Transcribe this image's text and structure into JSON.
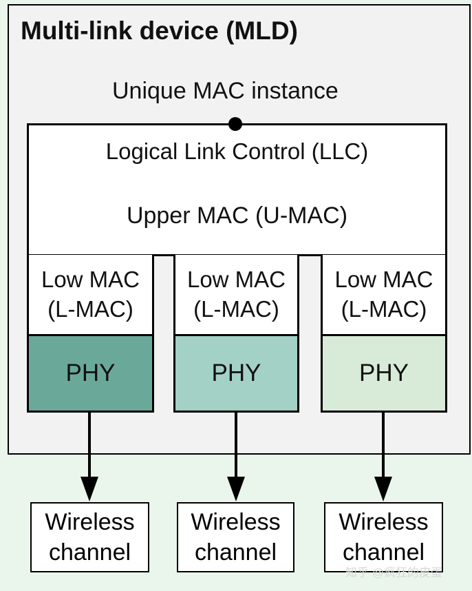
{
  "title": "Multi-link device (MLD)",
  "unique_mac": "Unique MAC instance",
  "llc": "Logical Link Control (LLC)",
  "umac": "Upper MAC (U-MAC)",
  "links": [
    {
      "lmac_line1": "Low MAC",
      "lmac_line2": "(L-MAC)",
      "phy": "PHY",
      "phy_color": "#6aa99a",
      "channel_line1": "Wireless",
      "channel_line2": "channel"
    },
    {
      "lmac_line1": "Low MAC",
      "lmac_line2": "(L-MAC)",
      "phy": "PHY",
      "phy_color": "#a3d1c6",
      "channel_line1": "Wireless",
      "channel_line2": "channel"
    },
    {
      "lmac_line1": "Low MAC",
      "lmac_line2": "(L-MAC)",
      "phy": "PHY",
      "phy_color": "#d8ebd8",
      "channel_line1": "Wireless",
      "channel_line2": "channel"
    }
  ],
  "watermark": "知乎 @疯狂的皮蛋"
}
